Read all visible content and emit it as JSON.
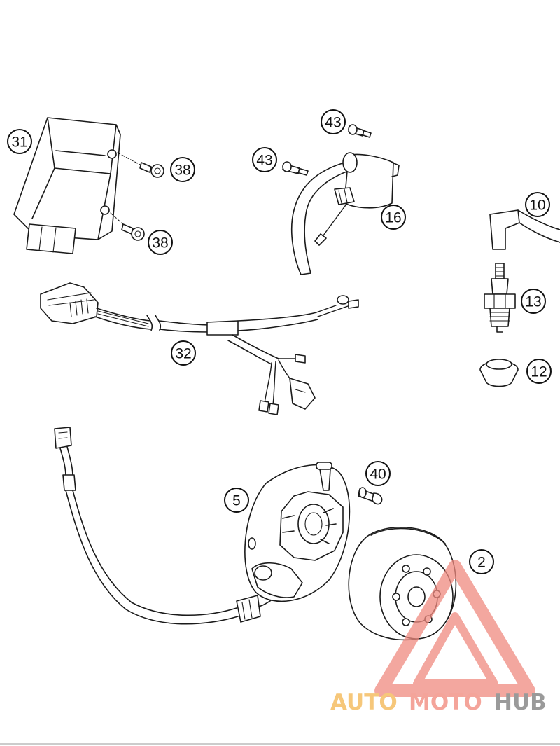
{
  "callouts": {
    "c31": "31",
    "c38a": "38",
    "c38b": "38",
    "c43a": "43",
    "c43b": "43",
    "c16": "16",
    "c10": "10",
    "c13": "13",
    "c12": "12",
    "c32": "32",
    "c40": "40",
    "c5": "5",
    "c2": "2"
  },
  "watermark": {
    "part1": "AUTO",
    "part2": "MOTO",
    "part3": "HUB",
    "colors": {
      "auto": "#f6c77a",
      "moto": "#f4a49a",
      "hub": "#9a9a9a",
      "triangle": "#f08a80"
    }
  }
}
